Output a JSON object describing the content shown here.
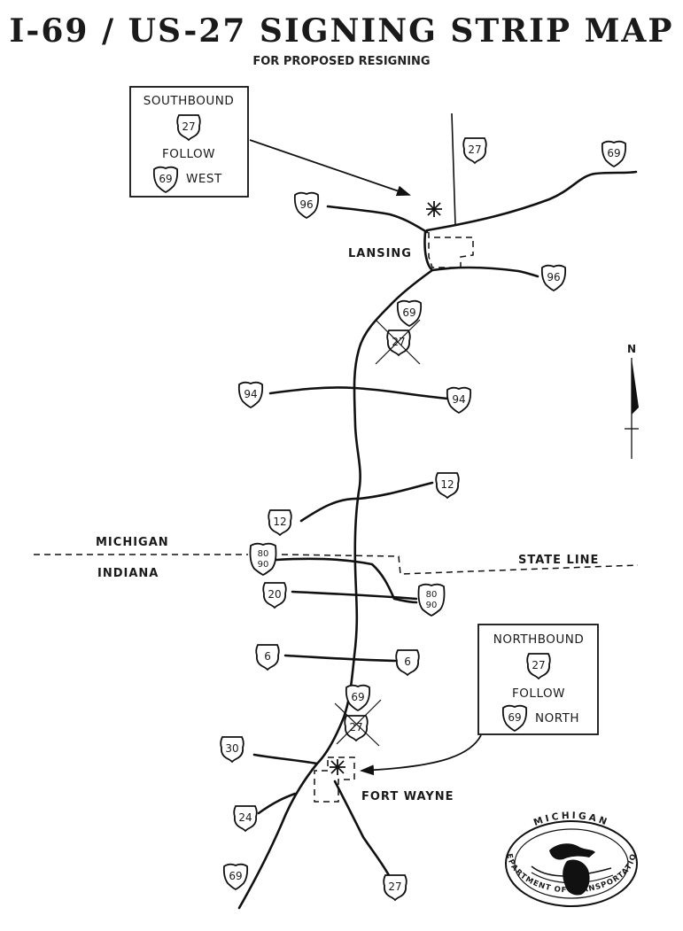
{
  "title": "I-69 / US-27   SIGNING   STRIP  MAP",
  "subtitle": "FOR PROPOSED RESIGNING",
  "cities": {
    "lansing": "LANSING",
    "fort_wayne": "FORT WAYNE"
  },
  "states": {
    "michigan": "MICHIGAN",
    "indiana": "INDIANA",
    "state_line": "STATE LINE"
  },
  "north_arrow": "N",
  "southbound_box": {
    "line1": "SOUTHBOUND",
    "route1": "27",
    "line2": "FOLLOW",
    "route2": "69",
    "direction": "WEST"
  },
  "northbound_box": {
    "line1": "NORTHBOUND",
    "route1": "27",
    "line2": "FOLLOW",
    "route2": "69",
    "direction": "NORTH"
  },
  "route_markers": {
    "us27_north": "27",
    "i69_northeast": "69",
    "i96_west": "96",
    "i96_east": "96",
    "i69_south_lansing": "69",
    "us27_crossed_lansing": "27",
    "i94_west": "94",
    "i94_east": "94",
    "us12_east": "12",
    "us12_west": "12",
    "i80_90_west": [
      "80",
      "90"
    ],
    "i80_90_east": [
      "80",
      "90"
    ],
    "us20_west": "20",
    "us6_west": "6",
    "us6_east": "6",
    "i69_north_fw": "69",
    "us27_crossed_fw": "27",
    "us30_west": "30",
    "us24": "24",
    "i69_south": "69",
    "us27_south": "27"
  },
  "seal": {
    "top_text": "MICHIGAN",
    "bottom_text": "DEPARTMENT OF TRANSPORTATION"
  }
}
